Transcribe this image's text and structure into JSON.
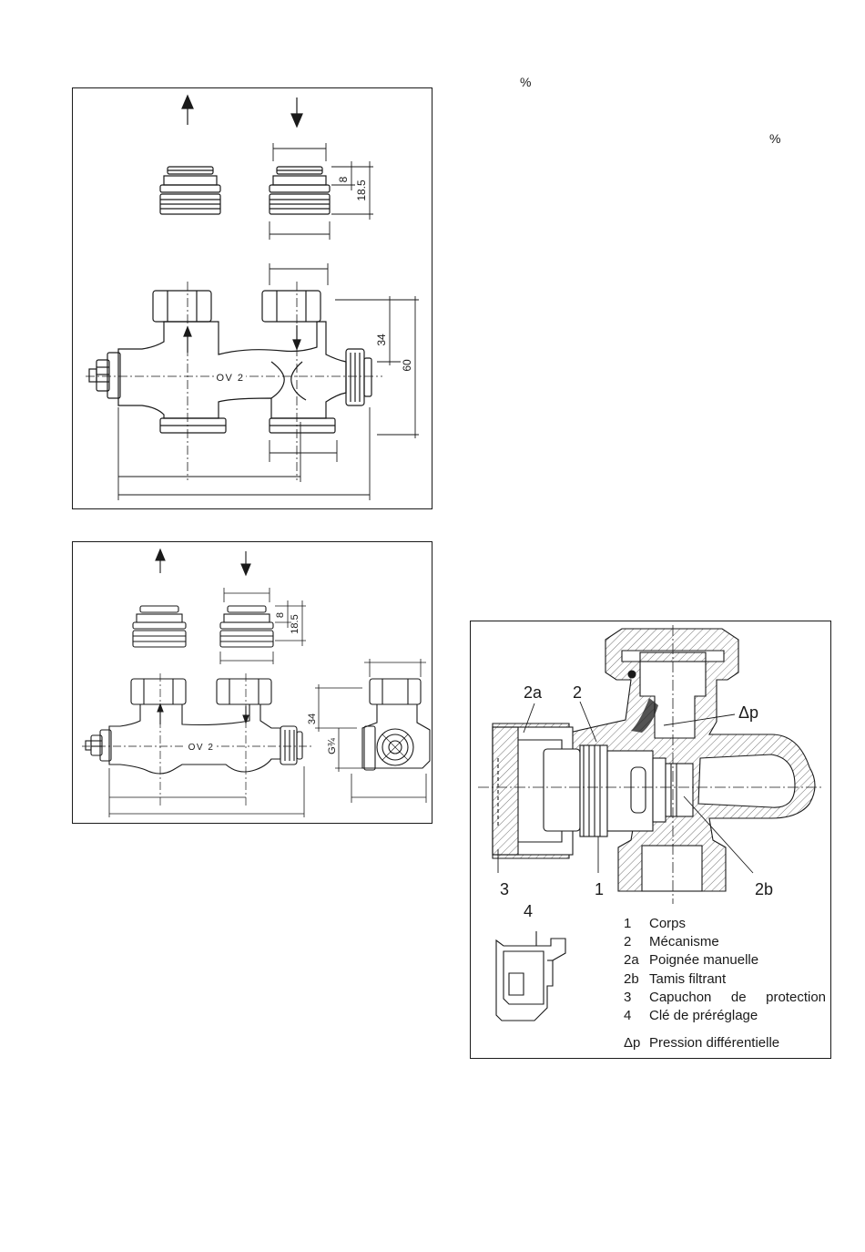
{
  "page": {
    "percent_marks": [
      "%",
      "%"
    ]
  },
  "drawing_top": {
    "dim_8": "8",
    "dim_18_5": "18.5",
    "dim_34": "34",
    "dim_60": "60",
    "model": "OV 2"
  },
  "drawing_mid": {
    "dim_8": "8",
    "dim_18_5": "18.5",
    "dim_34": "34",
    "thread": "G¾",
    "model": "OV 2"
  },
  "cross_section": {
    "callouts": [
      "2a",
      "2",
      "Δp",
      "3",
      "1",
      "2b",
      "4"
    ]
  },
  "legend": {
    "items": [
      {
        "num": "1",
        "text": "Corps"
      },
      {
        "num": "2",
        "text": "Mécanisme"
      },
      {
        "num": "2a",
        "text": "Poignée manuelle"
      },
      {
        "num": "2b",
        "text": "Tamis filtrant"
      },
      {
        "num": "3",
        "text": "Capuchon de protection"
      },
      {
        "num": "4",
        "text": "Clé de préréglage"
      }
    ],
    "dp": {
      "num": "Δp",
      "text": "Pression différentielle"
    }
  }
}
